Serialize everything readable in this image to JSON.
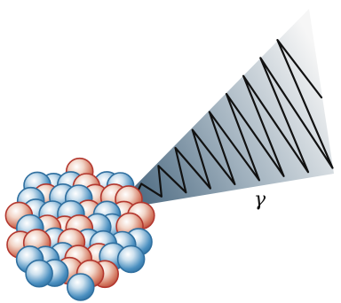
{
  "labels": {
    "gamma": "γ"
  },
  "colors": {
    "proton": "#c2483d",
    "proton_highlight": "#f3d9cf",
    "neutron": "#3f86b8",
    "neutron_highlight": "#d4e6f1",
    "nucleon_outline_proton": "#b3372e",
    "nucleon_outline_neutron": "#2f6f9f",
    "beam_dark": "#4f6c83",
    "beam_light": "#f4f4f4",
    "wave": "#111111"
  },
  "icons": {
    "nucleus": "atomic-nucleus-icon",
    "beam": "gamma-ray-beam",
    "wave": "gamma-wave"
  }
}
